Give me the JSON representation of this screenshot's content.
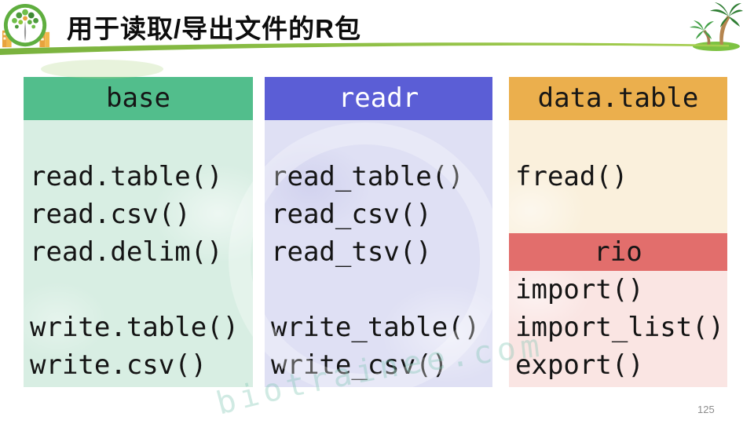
{
  "slide": {
    "title": "用于读取/导出文件的R包",
    "page_number": "125",
    "watermark_text": "biotrainee.com"
  },
  "packages": {
    "base": {
      "title": "base",
      "read_functions": [
        "read.table()",
        "read.csv()",
        "read.delim()"
      ],
      "write_functions": [
        "write.table()",
        "write.csv()"
      ]
    },
    "readr": {
      "title": "readr",
      "read_functions": [
        "read_table()",
        "read_csv()",
        "read_tsv()"
      ],
      "write_functions": [
        "write_table()",
        "write_csv()"
      ]
    },
    "data_table": {
      "title": "data.table",
      "functions": [
        "fread()"
      ]
    },
    "rio": {
      "title": "rio",
      "functions": [
        "import()",
        "import_list()",
        "export()"
      ]
    }
  },
  "colors": {
    "base_header": "#52BE8C",
    "base_body": "#D8EEE3",
    "readr_header": "#5B5ED6",
    "readr_body": "#DFE0F4",
    "data_table_header": "#EBAF4D",
    "data_table_body": "#FAF0DC",
    "rio_header": "#E26E6C",
    "rio_body": "#FAE5E3",
    "accent_line": "#8CC63F",
    "code_text": "#141414"
  }
}
